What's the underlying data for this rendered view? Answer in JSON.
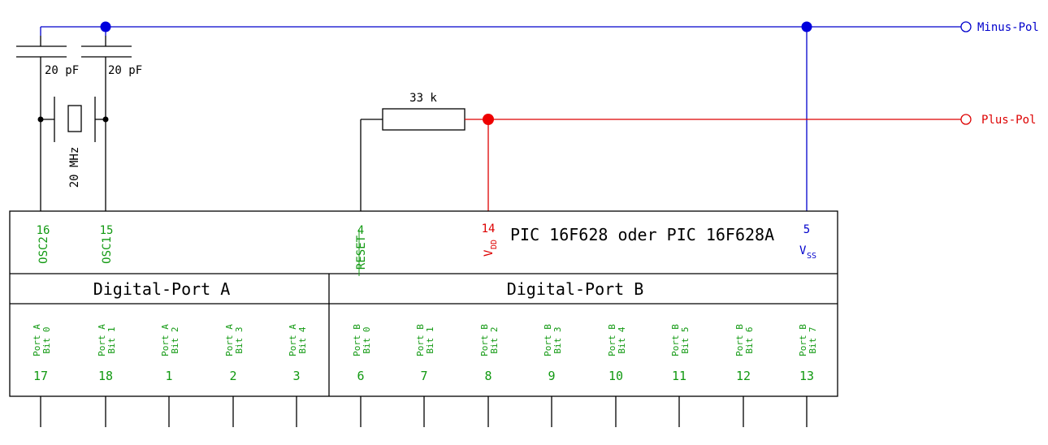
{
  "capacitors": {
    "c1_value": "20 pF",
    "c2_value": "20 pF"
  },
  "crystal": {
    "frequency": "20 MHz"
  },
  "resistor": {
    "value": "33 k"
  },
  "terminals": {
    "minus": "Minus-Pol",
    "plus": "Plus-Pol"
  },
  "chip": {
    "name": "PIC 16F628 oder PIC 16F628A",
    "top_pins": [
      {
        "number": "16",
        "name": "OSC2"
      },
      {
        "number": "15",
        "name": "OSC1"
      },
      {
        "number": "4",
        "name": "RESET"
      },
      {
        "number": "14",
        "name": "V",
        "sub": "DD"
      },
      {
        "number": "5",
        "name": "V",
        "sub": "SS"
      }
    ],
    "port_a": {
      "title": "Digital-Port A",
      "pins": [
        {
          "line1": "Port A",
          "line2": "Bit 0",
          "number": "17"
        },
        {
          "line1": "Port A",
          "line2": "Bit 1",
          "number": "18"
        },
        {
          "line1": "Port A",
          "line2": "Bit 2",
          "number": "1"
        },
        {
          "line1": "Port A",
          "line2": "Bit 3",
          "number": "2"
        },
        {
          "line1": "Port A",
          "line2": "Bit 4",
          "number": "3"
        }
      ]
    },
    "port_b": {
      "title": "Digital-Port B",
      "pins": [
        {
          "line1": "Port B",
          "line2": "Bit 0",
          "number": "6"
        },
        {
          "line1": "Port B",
          "line2": "Bit 1",
          "number": "7"
        },
        {
          "line1": "Port B",
          "line2": "Bit 2",
          "number": "8"
        },
        {
          "line1": "Port B",
          "line2": "Bit 3",
          "number": "9"
        },
        {
          "line1": "Port B",
          "line2": "Bit 4",
          "number": "10"
        },
        {
          "line1": "Port B",
          "line2": "Bit 5",
          "number": "11"
        },
        {
          "line1": "Port B",
          "line2": "Bit 6",
          "number": "12"
        },
        {
          "line1": "Port B",
          "line2": "Bit 7",
          "number": "13"
        }
      ]
    }
  },
  "colors": {
    "minus_rail": "#0000cc",
    "plus_rail": "#dd0000",
    "pin_labels": "#119911",
    "outline": "#000000"
  }
}
